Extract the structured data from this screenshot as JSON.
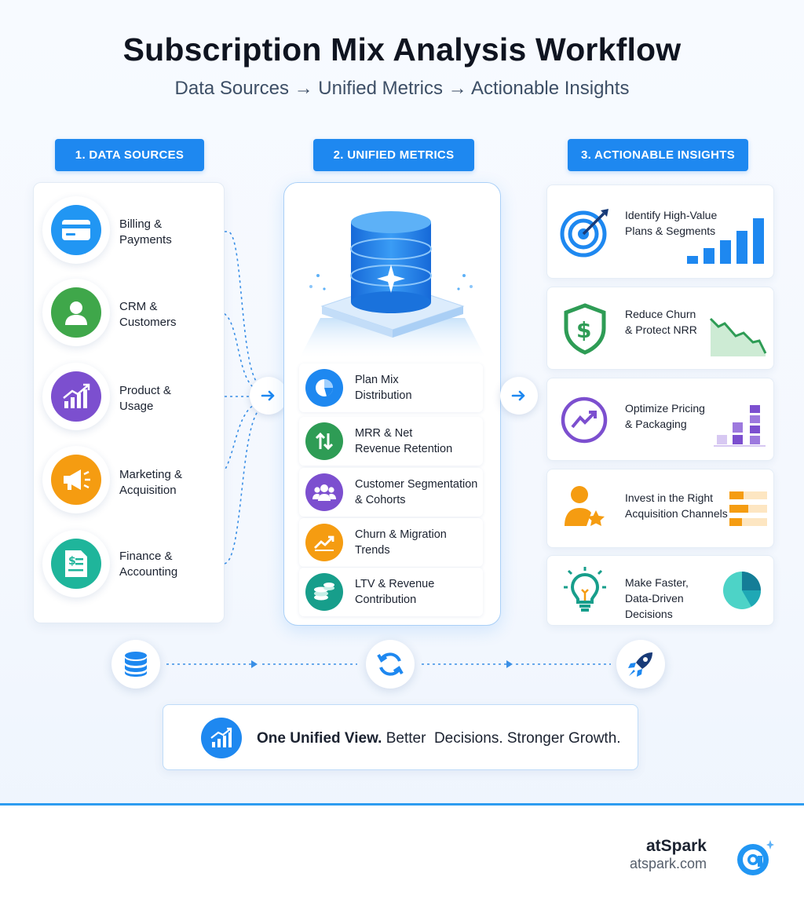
{
  "header": {
    "title": "Subscription Mix Analysis Workflow",
    "subtitle": "Data Sources → Unified Metrics → Actionable Insights"
  },
  "columns": {
    "sources_title": "1. DATA SOURCES",
    "metrics_title": "2. UNIFIED METRICS",
    "insights_title": "3. ACTIONABLE INSIGHTS"
  },
  "sources": [
    {
      "line1": "Billing &",
      "line2": "Payments",
      "icon": "credit-card-icon",
      "color": "#2196f3"
    },
    {
      "line1": "CRM &",
      "line2": "Customers",
      "icon": "user-icon",
      "color": "#3fa74a"
    },
    {
      "line1": "Product &",
      "line2": "Usage",
      "icon": "bar-chart-icon",
      "color": "#7c4fcf"
    },
    {
      "line1": "Marketing &",
      "line2": "Acquisition",
      "icon": "megaphone-icon",
      "color": "#f59c11"
    },
    {
      "line1": "Finance &",
      "line2": "Accounting",
      "icon": "invoice-icon",
      "color": "#1fb59b"
    }
  ],
  "metrics": [
    {
      "line1": "Plan Mix",
      "line2": "Distribution",
      "icon": "pie-chart-icon",
      "color": "#1e88f0"
    },
    {
      "line1": "MRR & Net",
      "line2": "Revenue Retention",
      "icon": "up-down-arrows-icon",
      "color": "#2e9c55"
    },
    {
      "line1": "Customer Segmentation",
      "line2": "& Cohorts",
      "icon": "group-icon",
      "color": "#7c4fcf"
    },
    {
      "line1": "Churn & Migration",
      "line2": "Trends",
      "icon": "trend-icon",
      "color": "#f59c11"
    },
    {
      "line1": "LTV & Revenue",
      "line2": "Contribution",
      "icon": "coins-icon",
      "color": "#179e8b"
    }
  ],
  "insights": [
    {
      "line1": "Identify High-Value",
      "line2": "Plans & Segments",
      "icon": "target-icon"
    },
    {
      "line1": "Reduce Churn",
      "line2": "& Protect NRR",
      "icon": "shield-dollar-icon"
    },
    {
      "line1": "Optimize Pricing",
      "line2": "& Packaging",
      "icon": "trend-up-circle-icon"
    },
    {
      "line1": "Invest in the Right",
      "line2": "Acquisition Channels",
      "icon": "user-star-icon"
    },
    {
      "line1": "Make Faster,",
      "line2": "Data-Driven Decisions",
      "icon": "lightbulb-icon"
    }
  ],
  "banner": {
    "bold": "One Unified View.",
    "rest": " Better  Decisions. Stronger Growth."
  },
  "footer": {
    "brand": "atSpark",
    "url": "atspark.com"
  },
  "colors": {
    "accent": "#1e88f0",
    "background": "#f5f9fe"
  }
}
